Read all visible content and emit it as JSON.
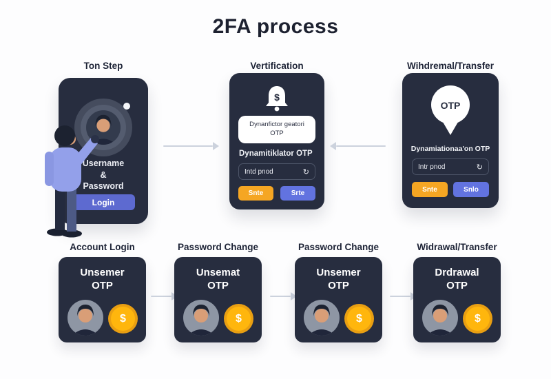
{
  "title": "2FA process",
  "top_row": {
    "step1": {
      "header": "Ton Step",
      "cred_line1": "Username",
      "cred_line2": "&",
      "cred_line3": "Password",
      "login_button": "Login"
    },
    "step2": {
      "header": "Vertification",
      "bell_symbol": "$",
      "notice_line1": "Dynanfictor geatori",
      "notice_line2": "OTP",
      "otp_label": "Dynamitiklator OTP",
      "input_value": "Intd pnod",
      "refresh_icon": "↻",
      "button_orange": "Snte",
      "button_blue": "Srte"
    },
    "step3": {
      "header": "Wihdremal/Transfer",
      "pin_label": "OTP",
      "otp_label": "Dynamiationaa'on OTP",
      "input_value": "Intr pnod",
      "refresh_icon": "↻",
      "button_orange": "Snte",
      "button_blue": "Snlo"
    }
  },
  "bottom_row": [
    {
      "header": "Account Login",
      "line1": "Unsemer",
      "line2": "OTP",
      "coin": "$"
    },
    {
      "header": "Password Change",
      "line1": "Unsemat",
      "line2": "OTP",
      "coin": "$"
    },
    {
      "header": "Password Change",
      "line1": "Unsemer",
      "line2": "OTP",
      "coin": "$"
    },
    {
      "header": "Widrawal/Transfer",
      "line1": "Drdrawal",
      "line2": "OTP",
      "coin": "$"
    }
  ],
  "colors": {
    "card_bg": "#272d3f",
    "accent_orange": "#f5a623",
    "accent_blue": "#6273e0",
    "login_blue": "#5d6ad0",
    "coin_gold": "#ffb60d",
    "arrow_gray": "#ccd2dd"
  }
}
